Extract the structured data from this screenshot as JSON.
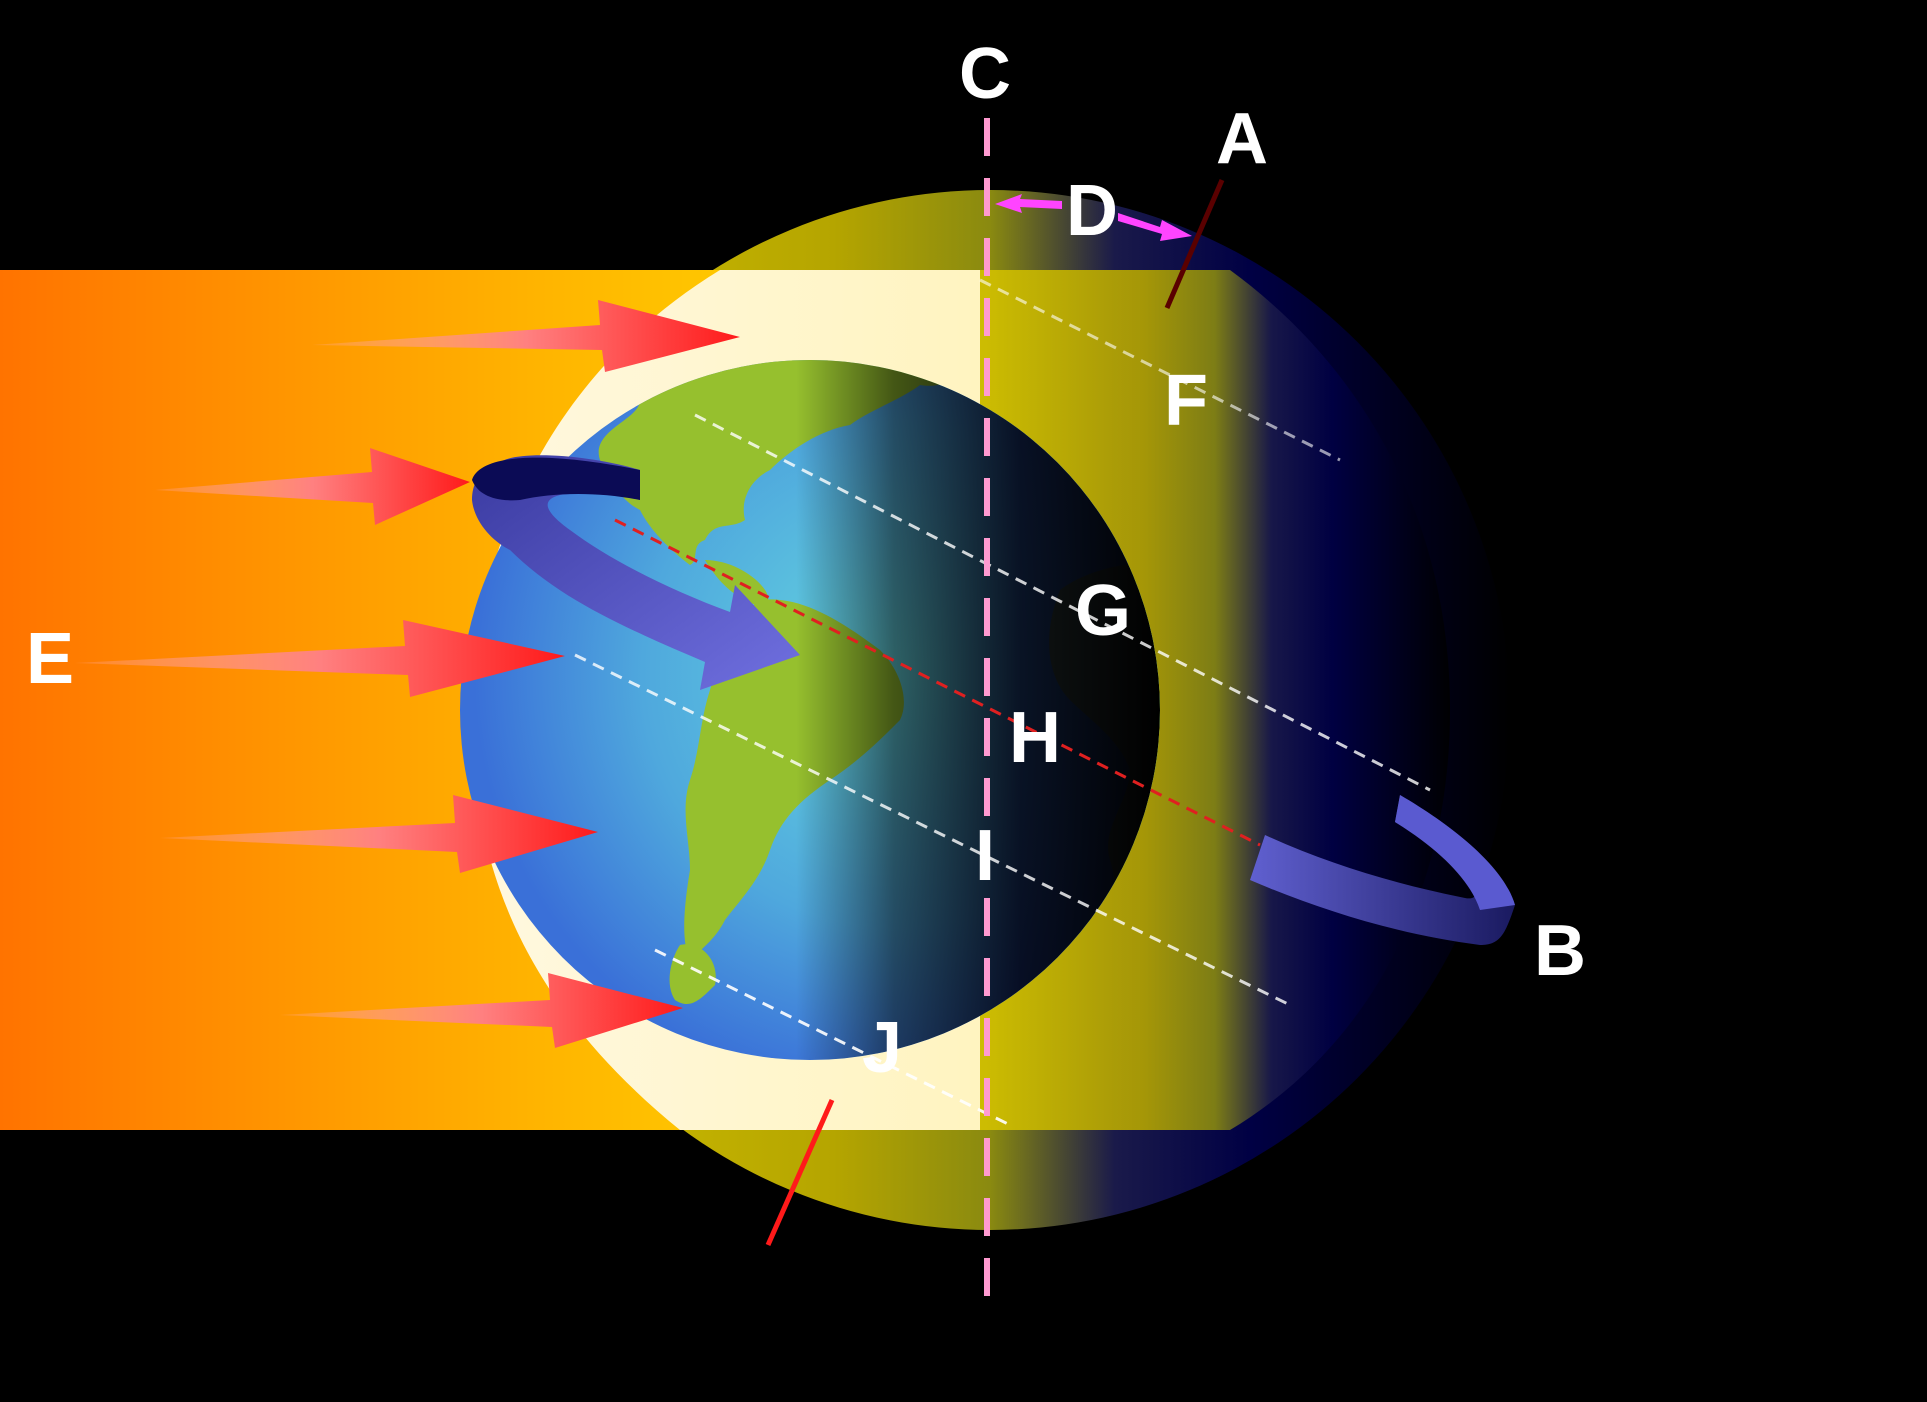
{
  "diagram": {
    "labels": {
      "A": "A",
      "B": "B",
      "C": "C",
      "D": "D",
      "E": "E",
      "F": "F",
      "G": "G",
      "H": "H",
      "I": "I",
      "J": "J"
    },
    "colors": {
      "background": "#000000",
      "sunlight_left": "#ff7a00",
      "sunlight_right": "#ffd200",
      "ocean_light": "#5fd3e0",
      "ocean_dark": "#3e7fdc",
      "land": "#96c02e",
      "rotation_arrow": "#5a5ad0",
      "sun_ray_arrow": "#ff2020",
      "axis_line": "#ff2020",
      "vertical_axis": "#ff9ad0",
      "angle_arrow": "#ff44ff",
      "equator_line": "#e02020",
      "latitude_lines": "#ffffff",
      "ice": "#ffffff"
    }
  }
}
